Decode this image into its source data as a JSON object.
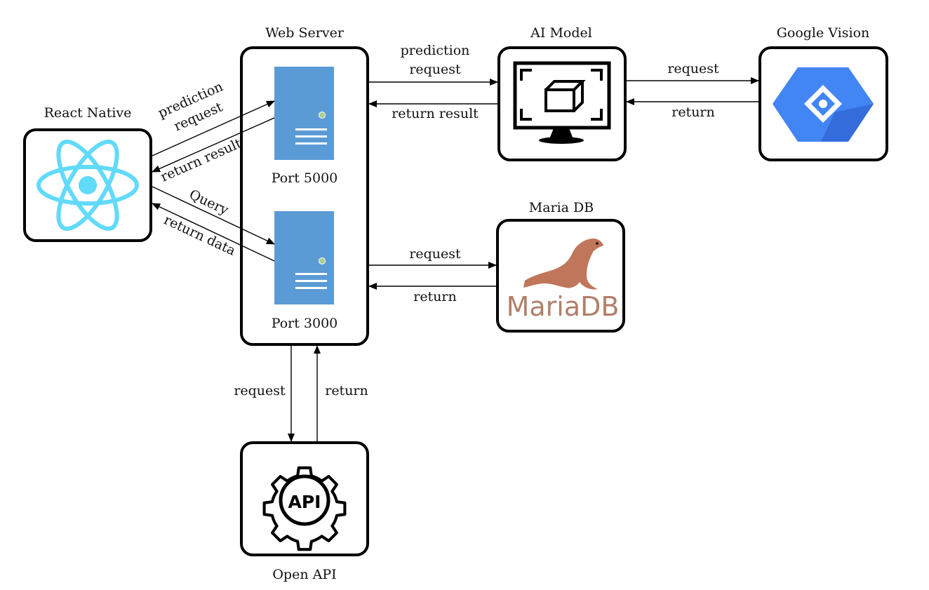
{
  "nodes": {
    "react_native": {
      "title": "React Native",
      "icon": "react-logo-icon"
    },
    "web_server": {
      "title": "Web Server",
      "port_a": "Port 5000",
      "port_b": "Port 3000",
      "icon": "server-icon"
    },
    "ai_model": {
      "title": "AI Model",
      "icon": "monitor-cube-icon"
    },
    "google_vision": {
      "title": "Google Vision",
      "icon": "google-vision-icon"
    },
    "maria_db": {
      "title": "Maria DB",
      "logo_text": "MariaDB",
      "icon": "mariadb-seal-icon"
    },
    "open_api": {
      "title": "Open API",
      "logo_text": "API",
      "icon": "api-gear-icon"
    }
  },
  "edges": {
    "rn_to_5000": {
      "line1": "prediction",
      "line2": "request"
    },
    "5000_to_rn": "return result",
    "rn_to_3000": "Query",
    "3000_to_rn": "return data",
    "ws_to_ai": {
      "line1": "prediction",
      "line2": "request"
    },
    "ai_to_ws": "return result",
    "ai_to_gv": "request",
    "gv_to_ai": "return",
    "ws_to_db": "request",
    "db_to_ws": "return",
    "ws_to_api": "request",
    "api_to_ws": "return"
  },
  "colors": {
    "react_blue": "#61dafb",
    "server_blue": "#5b9bd5",
    "google_blue": "#4285f4",
    "mariadb_brown": "#c0765a",
    "mariadb_text": "#b0806b"
  }
}
